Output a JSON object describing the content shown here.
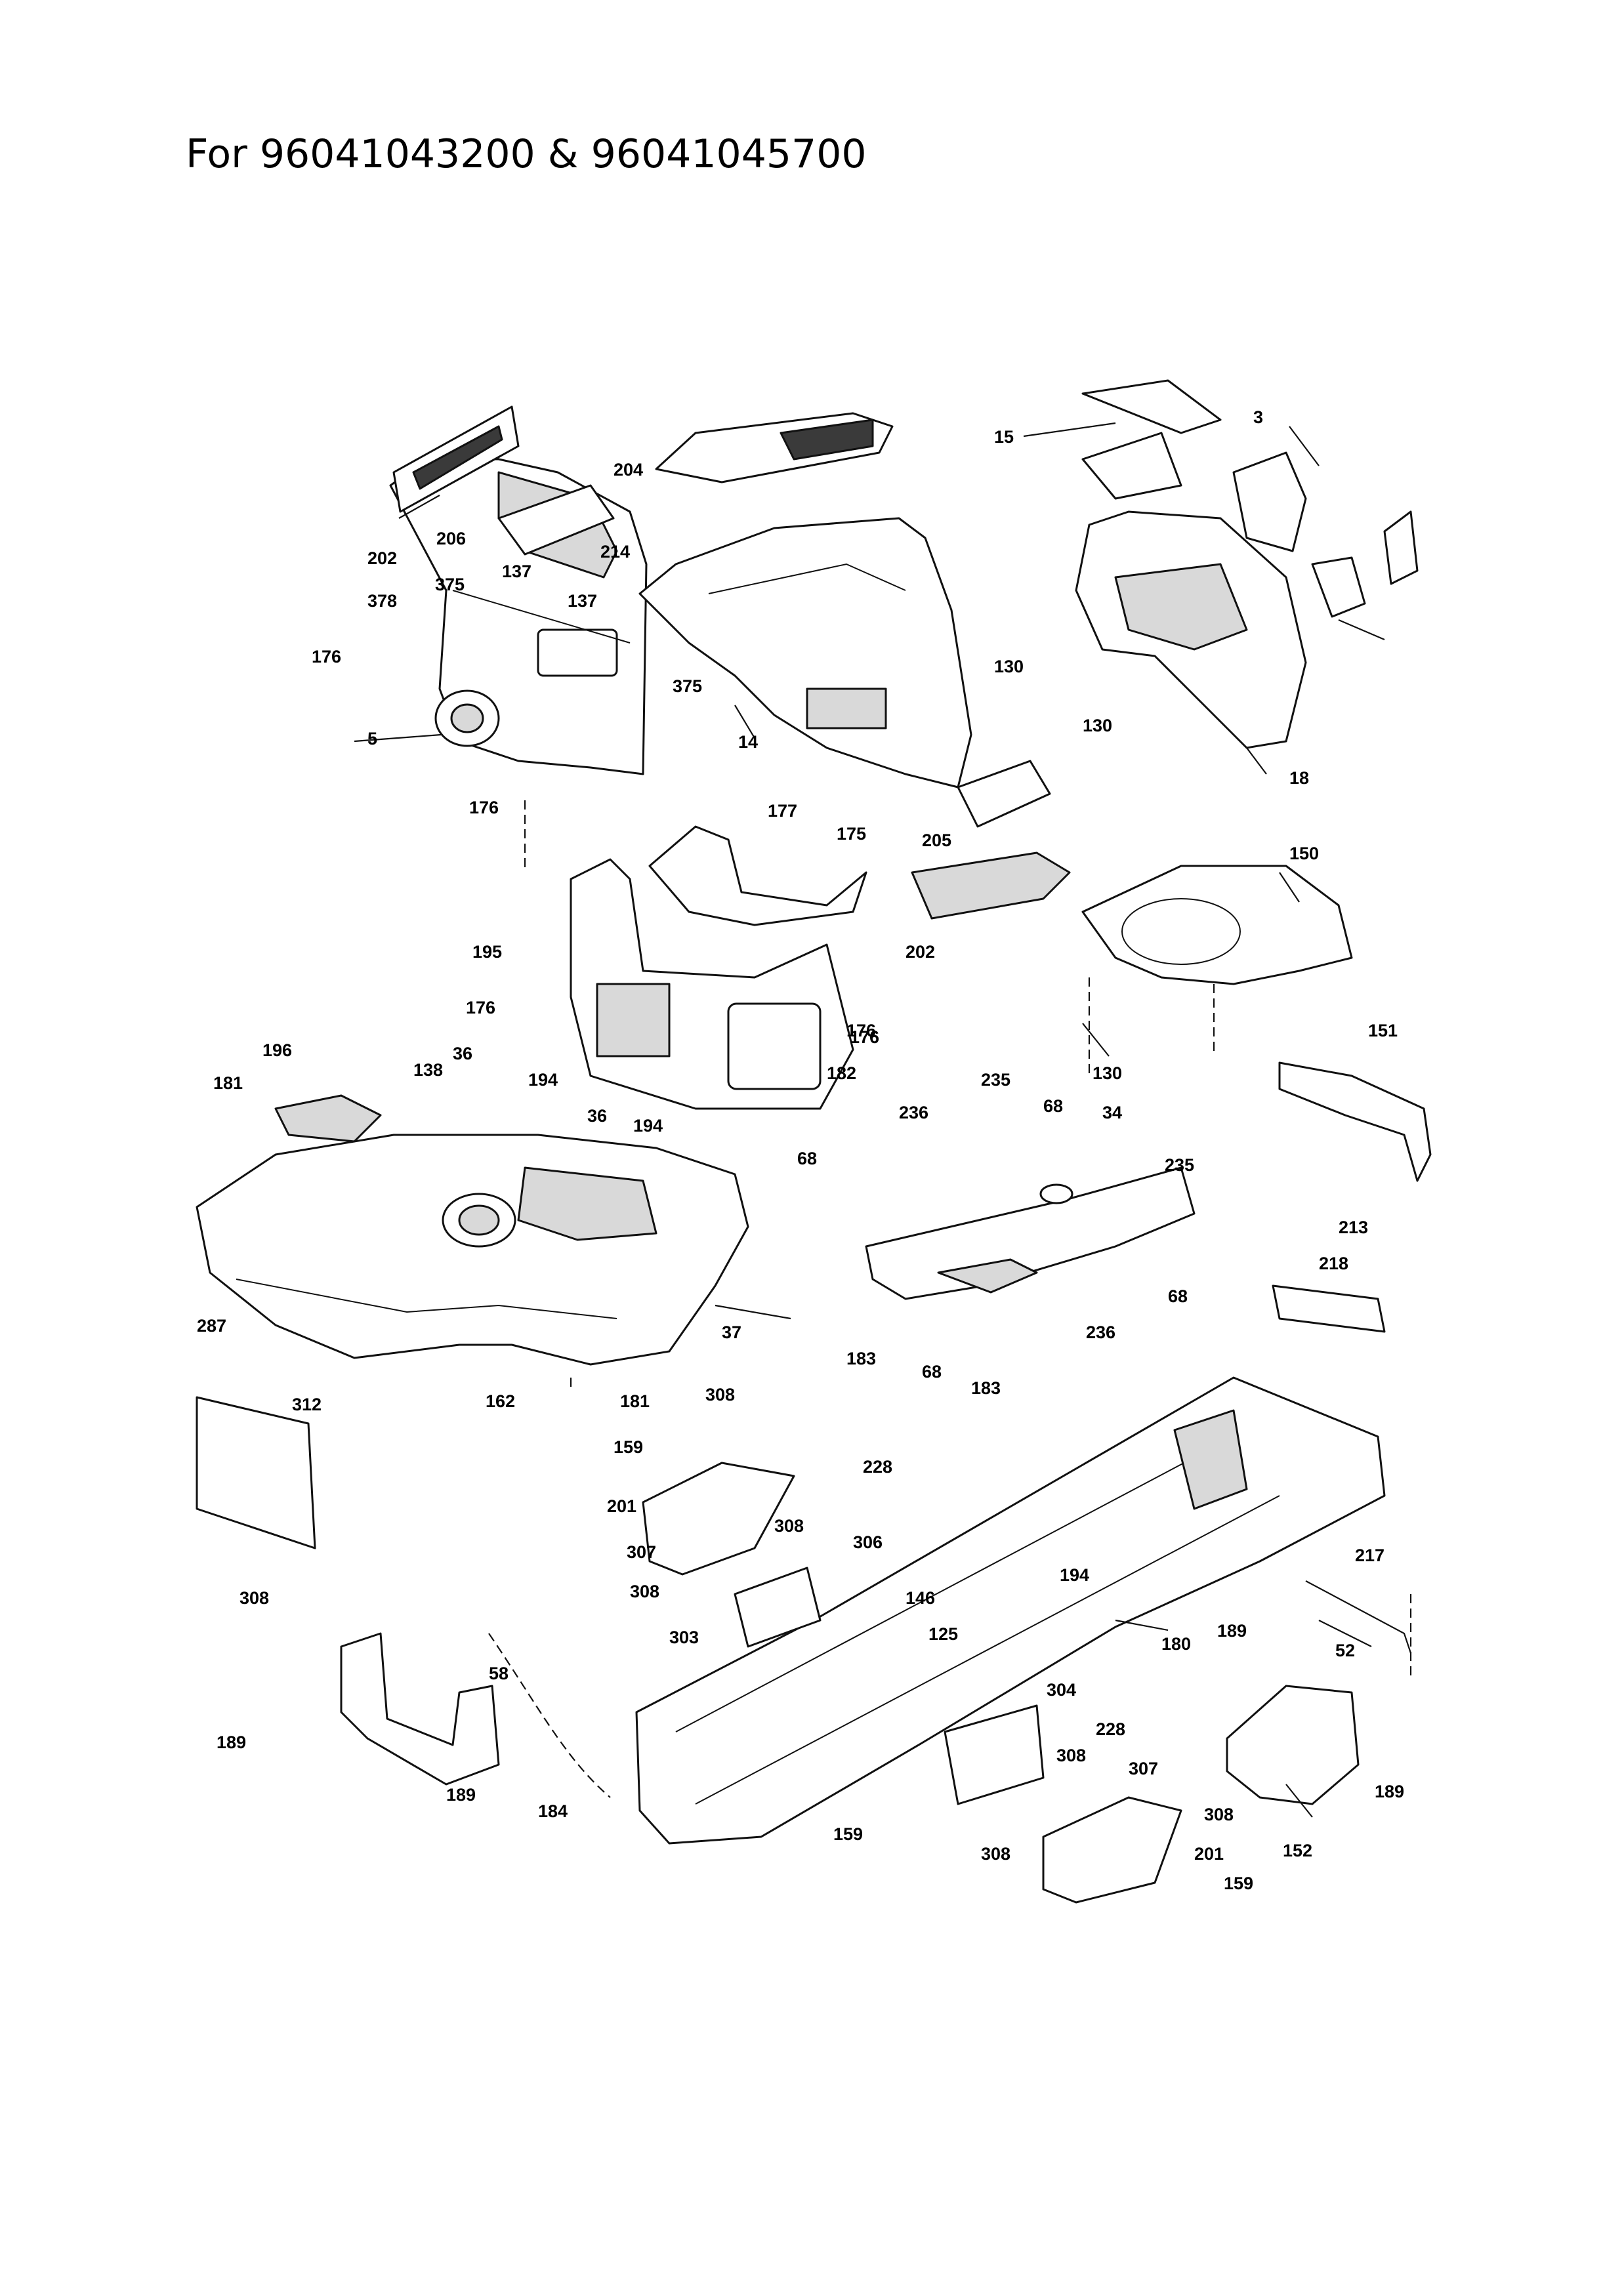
{
  "title": "For 96041043200 & 96041045700",
  "callouts": [
    "202",
    "206",
    "204",
    "214",
    "375",
    "137",
    "378",
    "176",
    "5",
    "14",
    "15",
    "3",
    "130",
    "18",
    "176",
    "177",
    "175",
    "205",
    "202",
    "150",
    "195",
    "176",
    "176",
    "182",
    "130",
    "151",
    "196",
    "36",
    "138",
    "181",
    "194",
    "36",
    "194",
    "235",
    "236",
    "68",
    "34",
    "235",
    "68",
    "213",
    "218",
    "287",
    "37",
    "162",
    "181",
    "68",
    "183",
    "68",
    "183",
    "236",
    "312",
    "308",
    "159",
    "201",
    "307",
    "228",
    "308",
    "306",
    "146",
    "194",
    "125",
    "308",
    "303",
    "308",
    "180",
    "217",
    "52",
    "189",
    "58",
    "228",
    "304",
    "308",
    "189",
    "189",
    "307",
    "308",
    "184",
    "159",
    "308",
    "201",
    "159",
    "152",
    "189",
    "375",
    "137",
    "130",
    "176"
  ]
}
